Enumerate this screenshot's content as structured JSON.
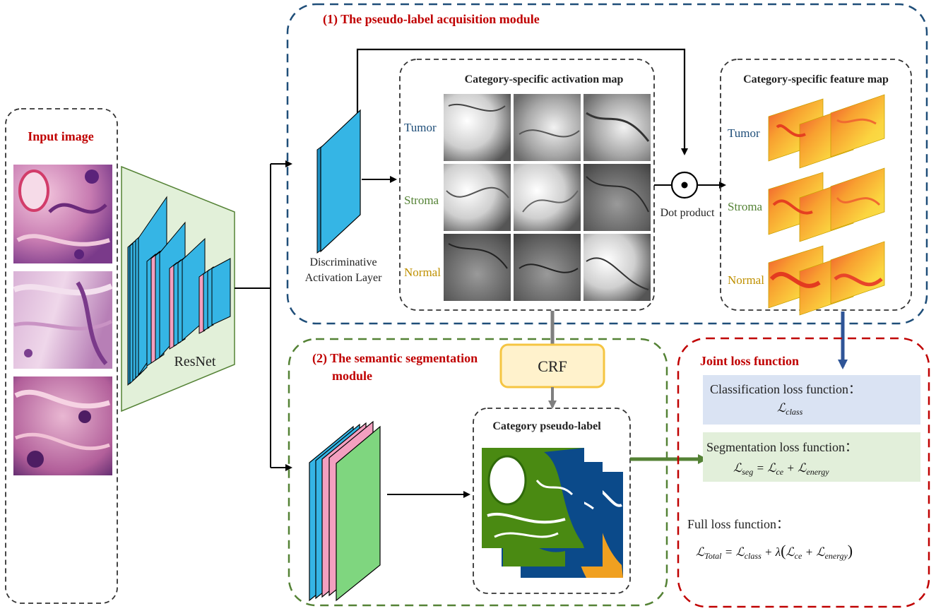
{
  "colors": {
    "red_title": "#c00000",
    "blue_dash": "#1f4e79",
    "green_dash": "#548235",
    "red_dash": "#c00000",
    "tumor": "#1f4e79",
    "stroma": "#548235",
    "normal": "#bf9000",
    "resnet_bg": "#e2f0d9",
    "layer_blue": "#35b5e5",
    "layer_pink": "#f4a0c0",
    "layer_green": "#7fd67f",
    "crf_fill": "#fff2cc",
    "crf_stroke": "#f5c542",
    "class_loss_bg": "#dae3f3",
    "seg_loss_bg": "#e2efda",
    "pseudo_green": "#4a8a12",
    "pseudo_blue": "#0b4a8a",
    "pseudo_orange": "#f0a020"
  },
  "input": {
    "title": "Input image",
    "images": [
      "tissue-tumor-patch",
      "tissue-stroma-patch",
      "tissue-normal-patch"
    ]
  },
  "resnet": {
    "label": "ResNet"
  },
  "module1": {
    "title": "(1) The pseudo-label acquisition module",
    "dal_label_line1": "Discriminative",
    "dal_label_line2": "Activation Layer",
    "activation_map_title": "Category-specific activation map",
    "feature_map_title": "Category-specific feature map",
    "dot_product_label": "Dot product",
    "categories": [
      "Tumor",
      "Stroma",
      "Normal"
    ]
  },
  "module2": {
    "title_line1": "(2) The semantic segmentation",
    "title_line2": "module",
    "crf_label": "CRF",
    "pseudo_label_title": "Category pseudo-label"
  },
  "loss": {
    "title": "Joint loss function",
    "classification_label": "Classification loss function：",
    "segmentation_label": "Segmentation loss function：",
    "full_label": "Full loss function：",
    "eq_class": "ℒ",
    "eq_class_sub": "class",
    "eq_seg_l": "ℒ",
    "eq_seg_l_sub": "seg",
    "eq_eq": " = ",
    "eq_ce": "ℒ",
    "eq_ce_sub": "ce",
    "eq_plus": " + ",
    "eq_energy": "ℒ",
    "eq_energy_sub": "energy",
    "eq_total": "ℒ",
    "eq_total_sub": "Total",
    "eq_lambda": "λ",
    "eq_lparen": "(",
    "eq_rparen": ")"
  }
}
